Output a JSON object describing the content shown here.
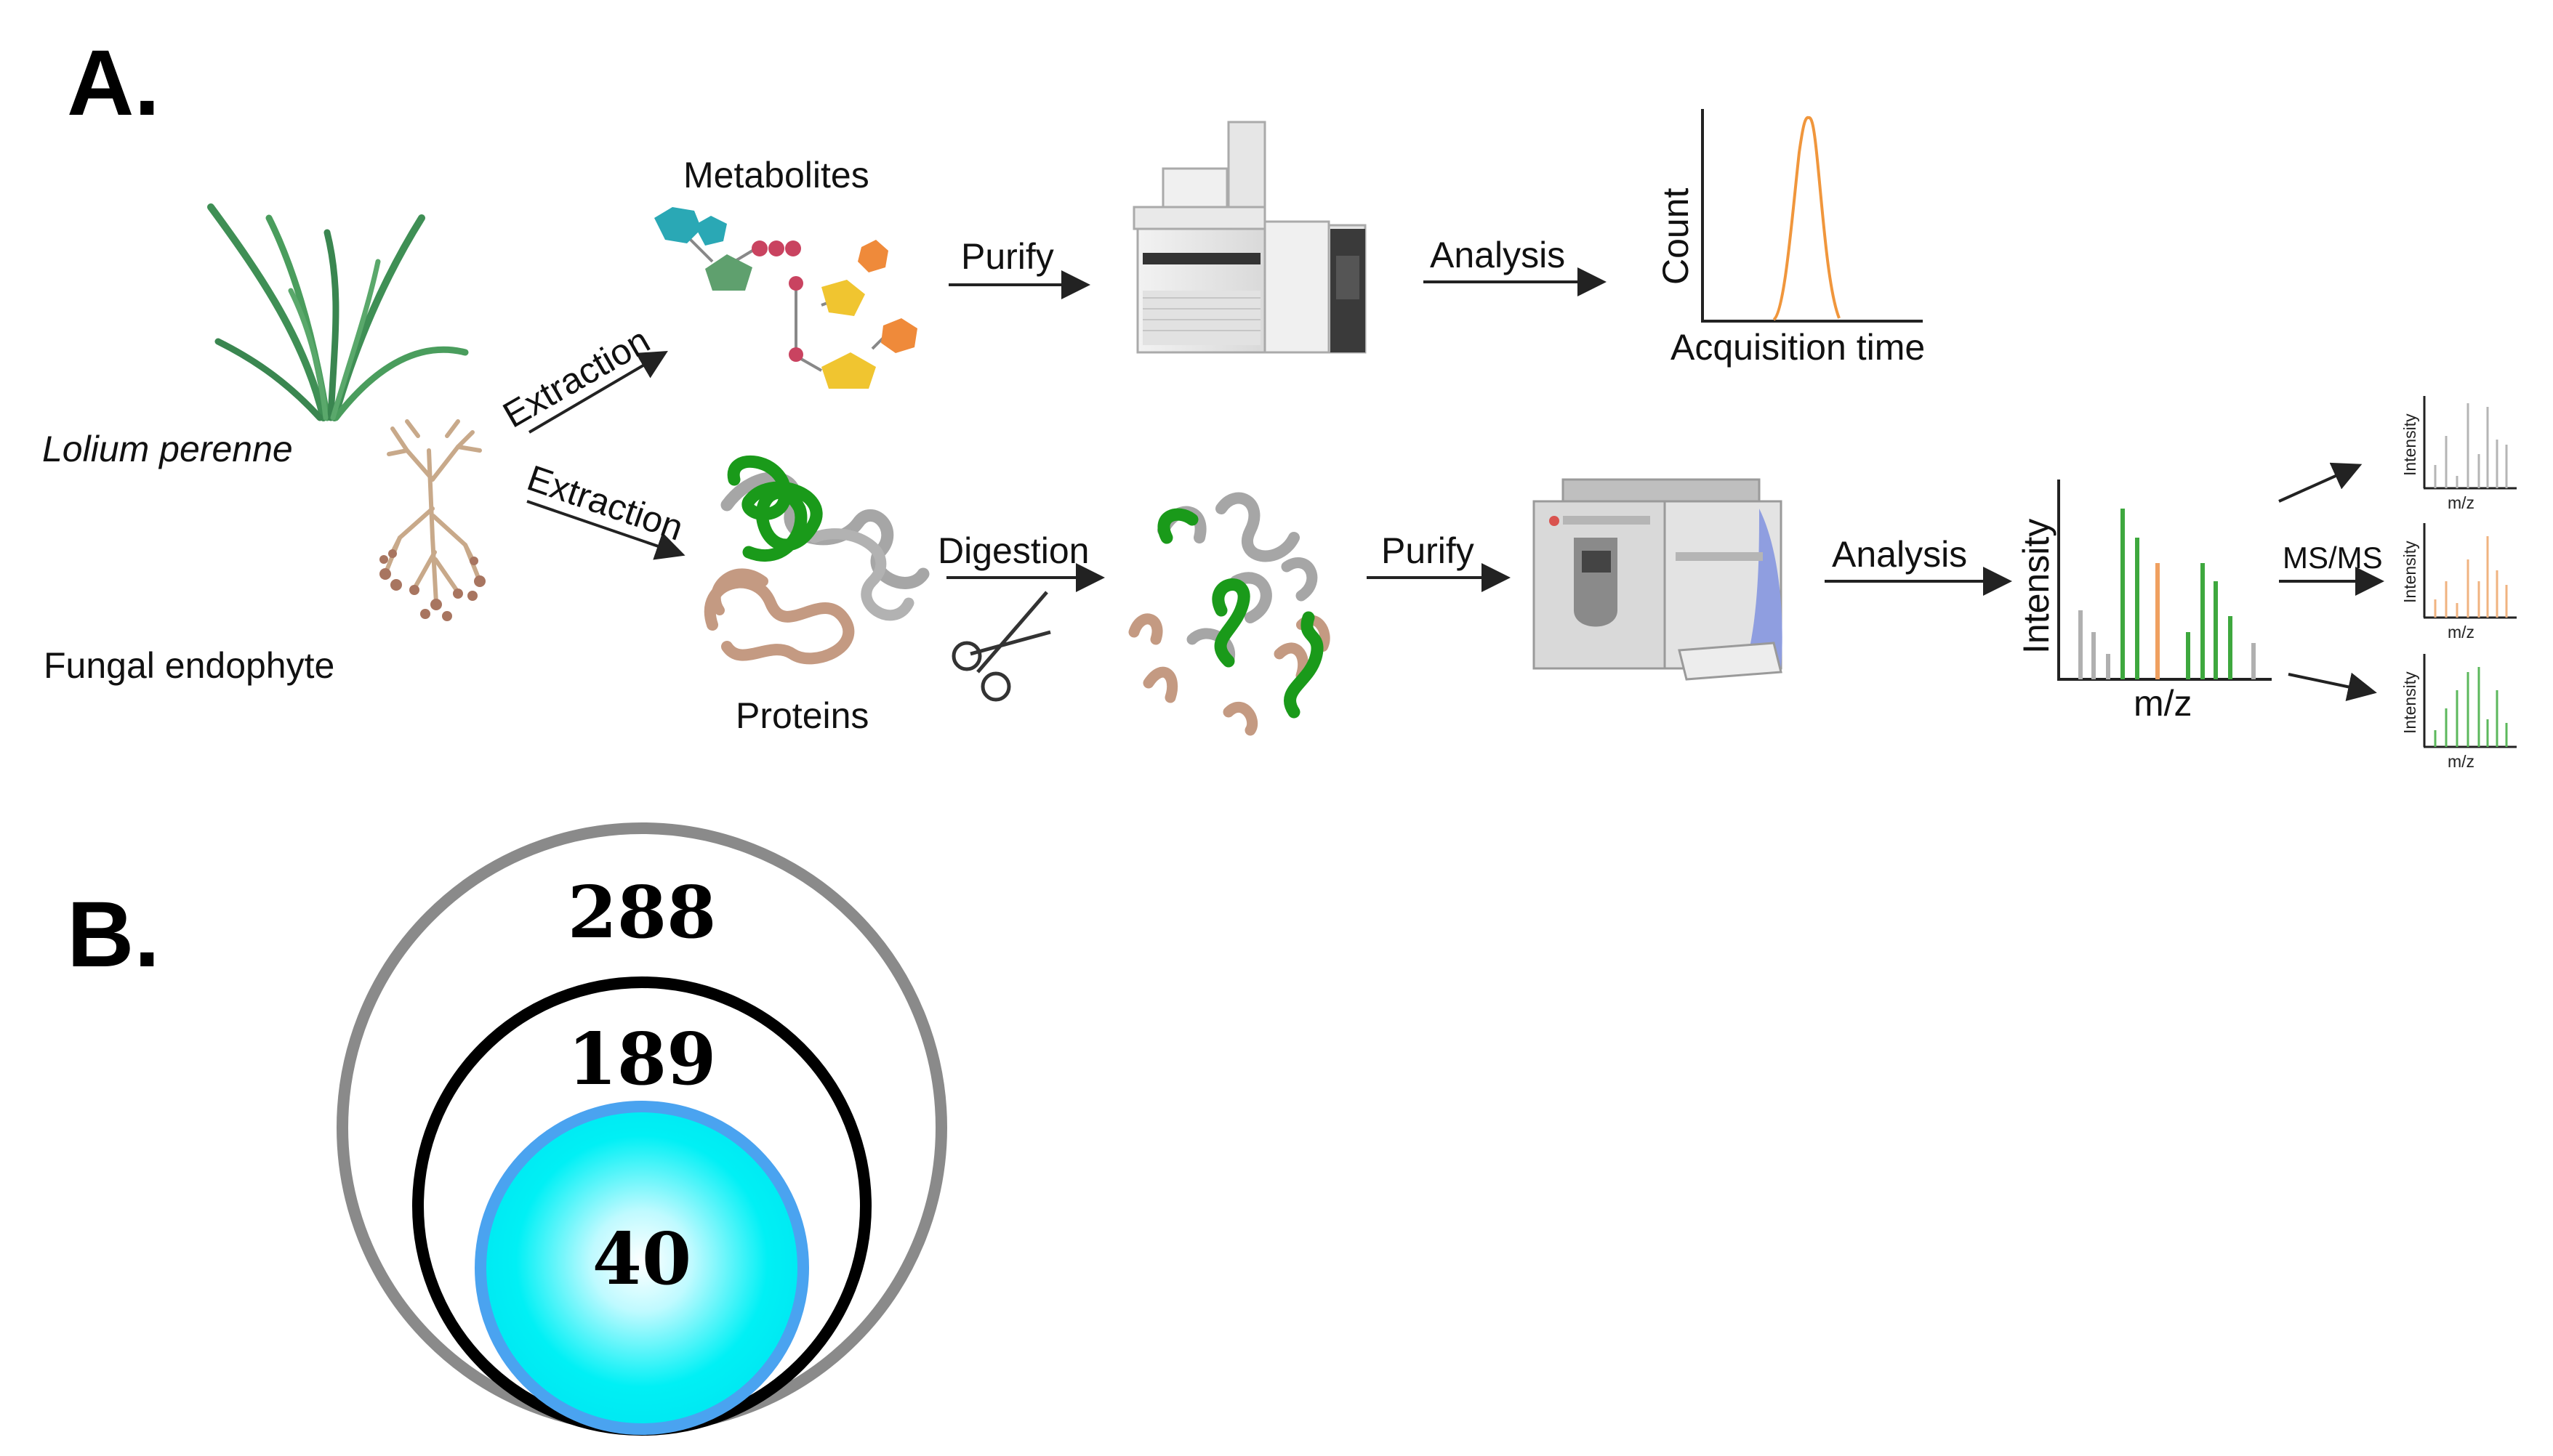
{
  "figure": {
    "panel_a_label": "A.",
    "panel_b_label": "B.",
    "labels": {
      "species": "Lolium perenne",
      "endophyte": "Fungal endophyte",
      "extraction_top": "Extraction",
      "extraction_bottom": "Extraction",
      "metabolites": "Metabolites",
      "proteins": "Proteins",
      "purify_top": "Purify",
      "purify_bottom": "Purify",
      "digestion": "Digestion",
      "analysis_top": "Analysis",
      "analysis_bottom": "Analysis",
      "msms": "MS/MS"
    },
    "chromatogram": {
      "ylabel": "Count",
      "xlabel": "Acquisition time"
    },
    "spectrum": {
      "ylabel": "Intensity",
      "xlabel": "m/z"
    },
    "mini_spectra": [
      {
        "ylabel": "Intensity",
        "xlabel": "m/z"
      },
      {
        "ylabel": "Intensity",
        "xlabel": "m/z"
      },
      {
        "ylabel": "Intensity",
        "xlabel": "m/z"
      }
    ],
    "venn": {
      "outer_value": "288",
      "middle_value": "189",
      "inner_value": "40"
    },
    "colors": {
      "grass": "#3f8f55",
      "root": "#c8a98a",
      "protein_green": "#1a9a1a",
      "protein_gray": "#a6a6a6",
      "protein_tan": "#c49a82",
      "orange_trace": "#f0963c",
      "venn_outer": "#8a8a8a",
      "venn_middle": "#000000",
      "venn_inner_stroke": "#4aa3f0",
      "venn_inner_fill": "#00f0f5"
    }
  }
}
